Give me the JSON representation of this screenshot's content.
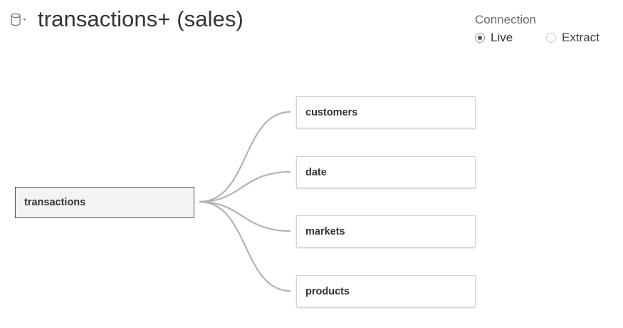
{
  "datasource": {
    "icon": "database-icon",
    "title": "transactions+ (sales)"
  },
  "connection": {
    "label": "Connection",
    "options": [
      {
        "label": "Live",
        "selected": true
      },
      {
        "label": "Extract",
        "selected": false
      }
    ]
  },
  "diagram": {
    "root_table": "transactions",
    "joined_tables": [
      "customers",
      "date",
      "markets",
      "products"
    ],
    "link_color": "#b3b3b3"
  }
}
